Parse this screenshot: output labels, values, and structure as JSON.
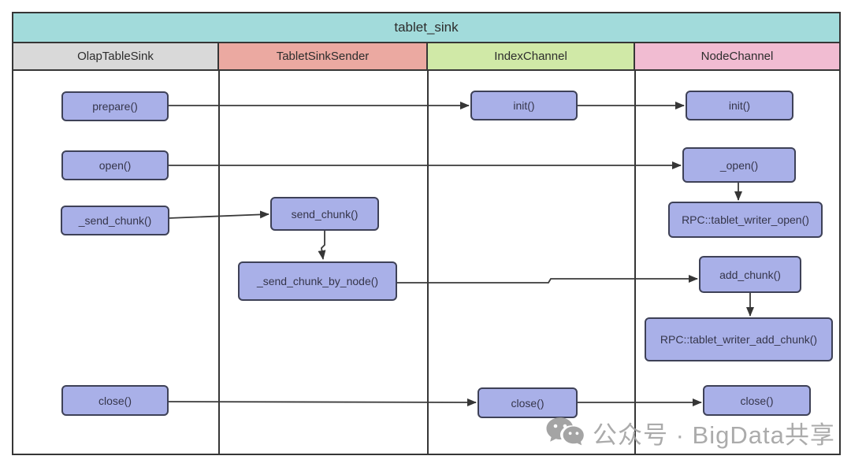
{
  "title": "tablet_sink",
  "columns": [
    {
      "label": "OlapTableSink",
      "header_color": "#d9d9d9"
    },
    {
      "label": "TabletSinkSender",
      "header_color": "#eba9a1"
    },
    {
      "label": "IndexChannel",
      "header_color": "#d0e9a7"
    },
    {
      "label": "NodeChannel",
      "header_color": "#f1bcd2"
    }
  ],
  "nodes": {
    "prepare": {
      "label": "prepare()",
      "column": "OlapTableSink"
    },
    "open": {
      "label": "open()",
      "column": "OlapTableSink"
    },
    "send_chunk_private": {
      "label": "_send_chunk()",
      "column": "OlapTableSink"
    },
    "close_olap": {
      "label": "close()",
      "column": "OlapTableSink"
    },
    "send_chunk": {
      "label": "send_chunk()",
      "column": "TabletSinkSender"
    },
    "send_chunk_by_node": {
      "label": "_send_chunk_by_node()",
      "column": "TabletSinkSender"
    },
    "init_index": {
      "label": "init()",
      "column": "IndexChannel"
    },
    "close_index": {
      "label": "close()",
      "column": "IndexChannel"
    },
    "init_node": {
      "label": "init()",
      "column": "NodeChannel"
    },
    "open_private": {
      "label": "_open()",
      "column": "NodeChannel"
    },
    "rpc_tablet_writer_open": {
      "label": "RPC::tablet_writer_open()",
      "column": "NodeChannel"
    },
    "add_chunk": {
      "label": "add_chunk()",
      "column": "NodeChannel"
    },
    "rpc_tablet_writer_add_chunk": {
      "label": "RPC::tablet_writer_add_chunk()",
      "column": "NodeChannel"
    },
    "close_node": {
      "label": "close()",
      "column": "NodeChannel"
    }
  },
  "edges": [
    {
      "from": "prepare",
      "to": "init_index"
    },
    {
      "from": "init_index",
      "to": "init_node"
    },
    {
      "from": "open",
      "to": "open_private"
    },
    {
      "from": "open_private",
      "to": "rpc_tablet_writer_open"
    },
    {
      "from": "send_chunk_private",
      "to": "send_chunk"
    },
    {
      "from": "send_chunk",
      "to": "send_chunk_by_node"
    },
    {
      "from": "send_chunk_by_node",
      "to": "add_chunk"
    },
    {
      "from": "add_chunk",
      "to": "rpc_tablet_writer_add_chunk"
    },
    {
      "from": "close_olap",
      "to": "close_index"
    },
    {
      "from": "close_index",
      "to": "close_node"
    }
  ],
  "watermark": {
    "icon": "wechat-icon",
    "text": "公众号 · BigData共享"
  },
  "colors": {
    "title_bg": "#a2dbdb",
    "node_fill": "#a9b0e8",
    "node_border": "#3e4157",
    "table_border": "#363636",
    "arrow": "#3a3a3a",
    "watermark_text": "#a2a2a2"
  }
}
